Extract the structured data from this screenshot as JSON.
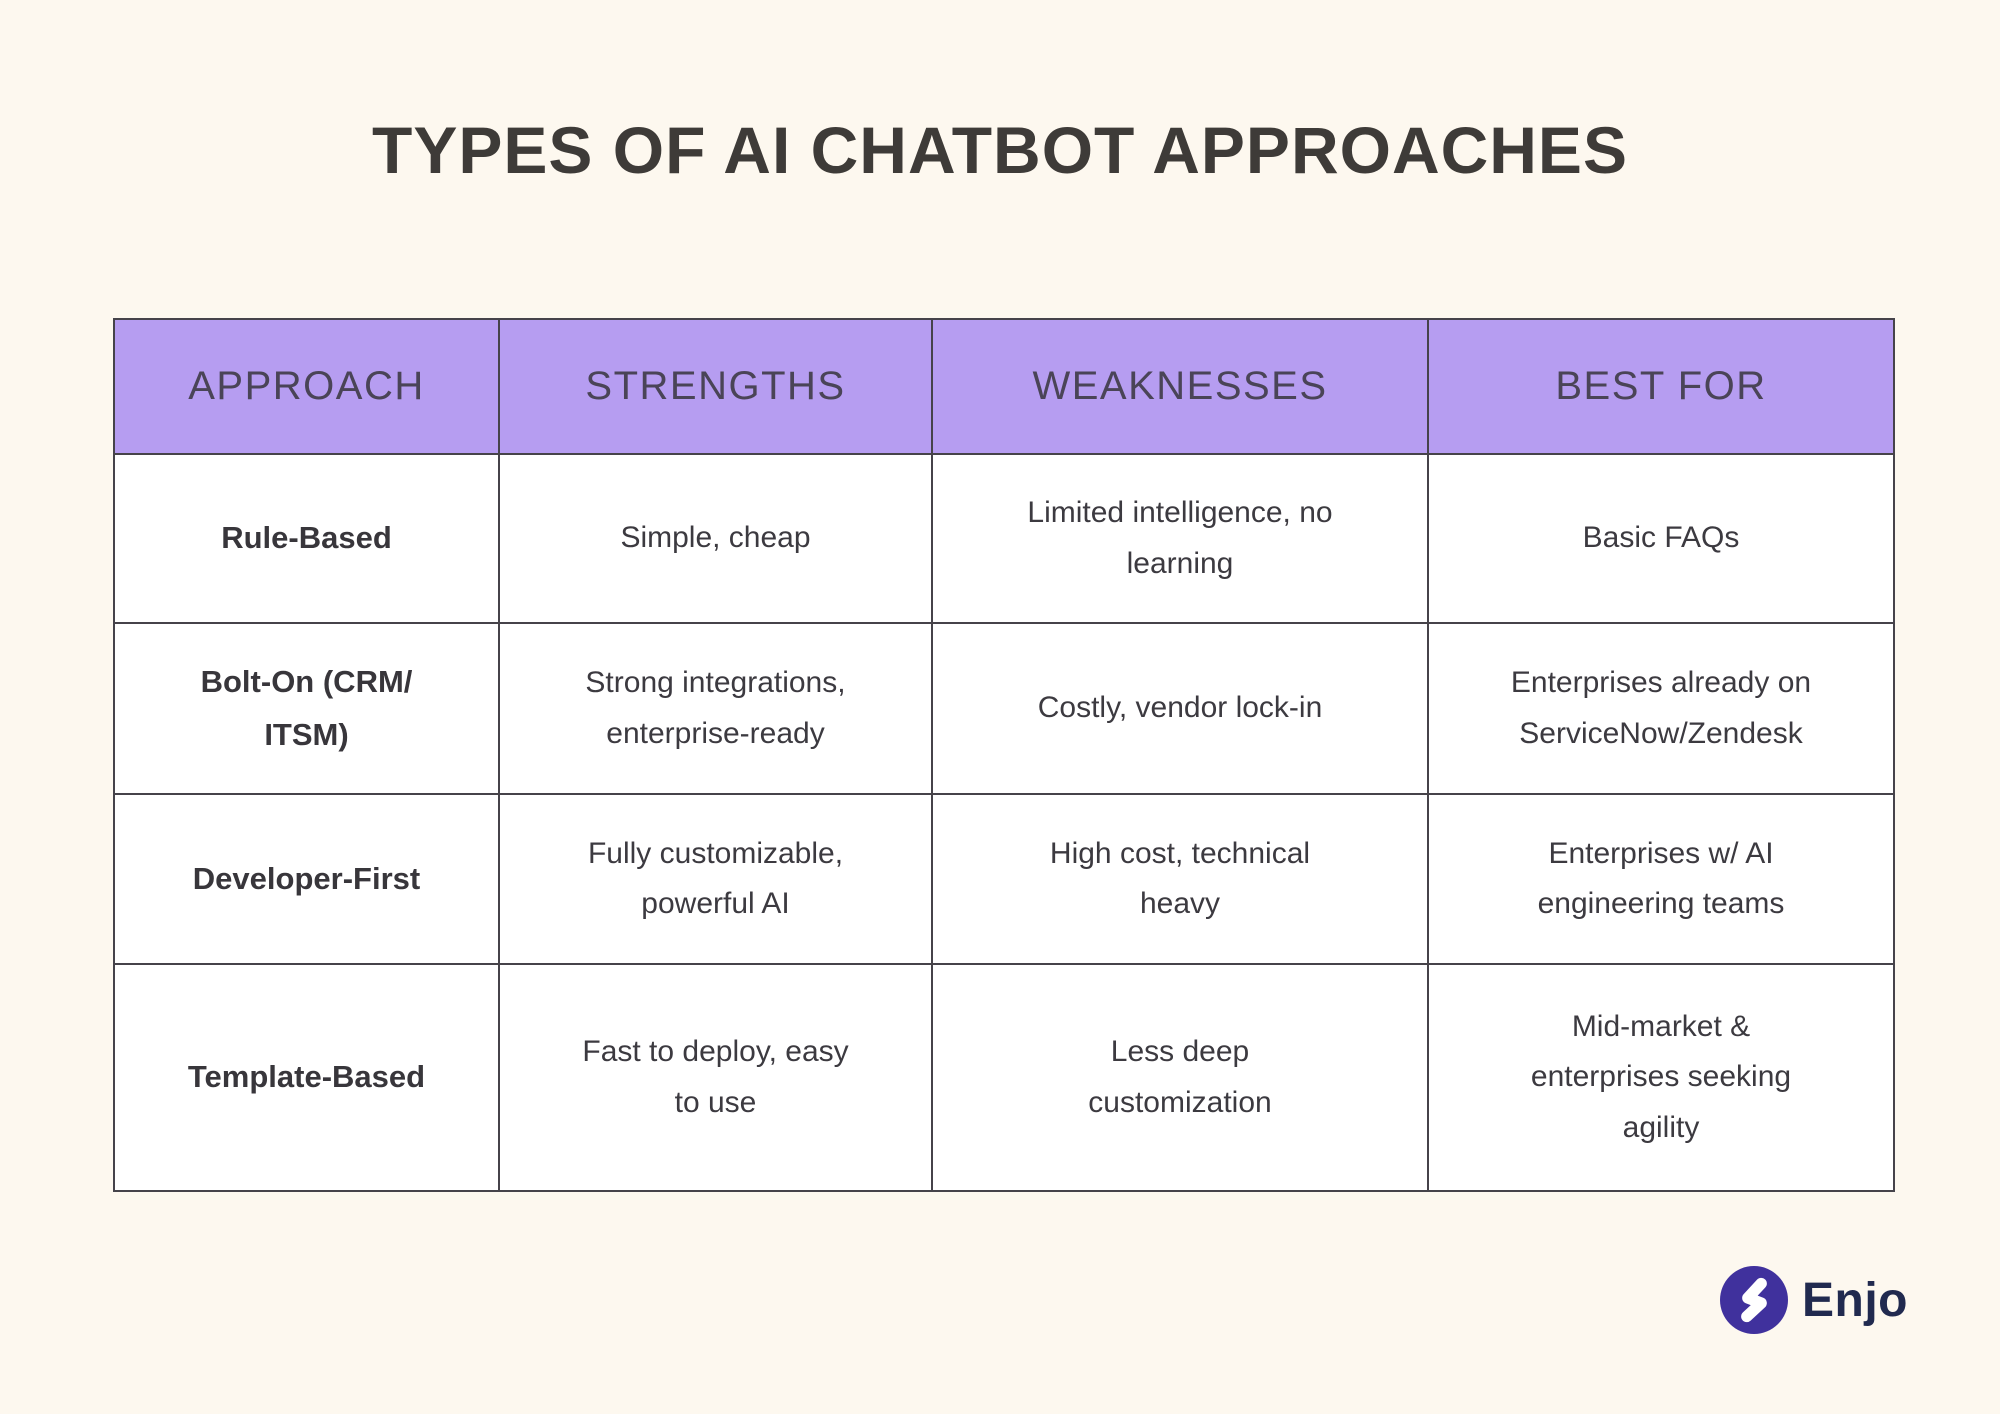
{
  "page": {
    "title": "TYPES OF AI CHATBOT APPROACHES"
  },
  "table": {
    "headers": [
      "APPROACH",
      "STRENGTHS",
      "WEAKNESSES",
      "BEST FOR"
    ],
    "rows": [
      {
        "approach": "Rule-Based",
        "strengths": "Simple, cheap",
        "weaknesses": "Limited intelligence, no\nlearning",
        "best_for": "Basic FAQs"
      },
      {
        "approach": "Bolt-On (CRM/\nITSM)",
        "strengths": "Strong integrations,\nenterprise-ready",
        "weaknesses": "Costly, vendor lock-in",
        "best_for": "Enterprises already on\nServiceNow/Zendesk"
      },
      {
        "approach": "Developer-First",
        "strengths": "Fully customizable,\npowerful AI",
        "weaknesses": "High cost, technical\nheavy",
        "best_for": "Enterprises w/ AI\nengineering teams"
      },
      {
        "approach": "Template-Based",
        "strengths": "Fast to deploy, easy\nto use",
        "weaknesses": "Less deep\ncustomization",
        "best_for": "Mid-market &\nenterprises seeking\nagility"
      }
    ]
  },
  "branding": {
    "logo_text": "Enjo",
    "logo_icon": "enjo-bolt-icon"
  },
  "colors": {
    "page_background": "#fdf8ef",
    "header_fill": "#b69df1",
    "table_border": "#46434a",
    "title_text": "#3e3b38",
    "cell_text": "#3c3a40",
    "logo_circle": "#40319d",
    "logo_wordmark": "#212a4f"
  }
}
